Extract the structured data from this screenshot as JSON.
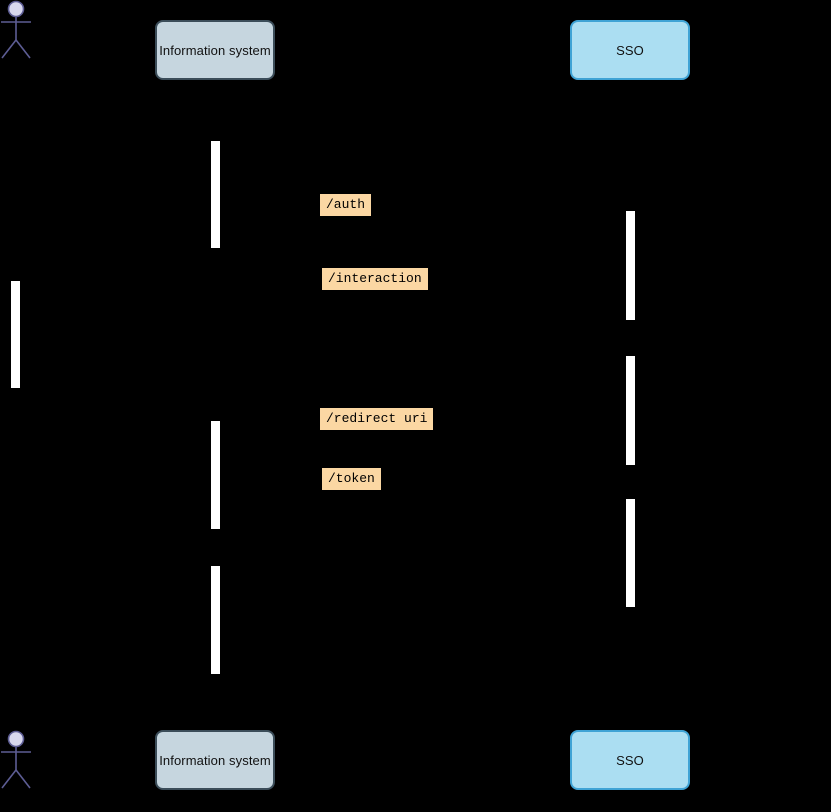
{
  "participants": [
    {
      "id": "information-system",
      "label": "Information system"
    },
    {
      "id": "sso",
      "label": "SSO"
    }
  ],
  "messages": [
    {
      "endpoint": "/auth"
    },
    {
      "endpoint": "/interaction"
    },
    {
      "endpoint": "/redirect uri"
    },
    {
      "endpoint": "/token"
    }
  ],
  "colors": {
    "background": "#000000",
    "activation_bar": "#ffffff",
    "label_bg": "#fbd7a3",
    "label_text": "#000000",
    "info_box_bg": "#c6d6df",
    "info_box_border": "#3b4d59",
    "sso_box_bg": "#abdef2",
    "sso_box_border": "#3fa3d5",
    "actor_stroke": "#5d5d94",
    "actor_head_fill": "#d8d8ee"
  }
}
